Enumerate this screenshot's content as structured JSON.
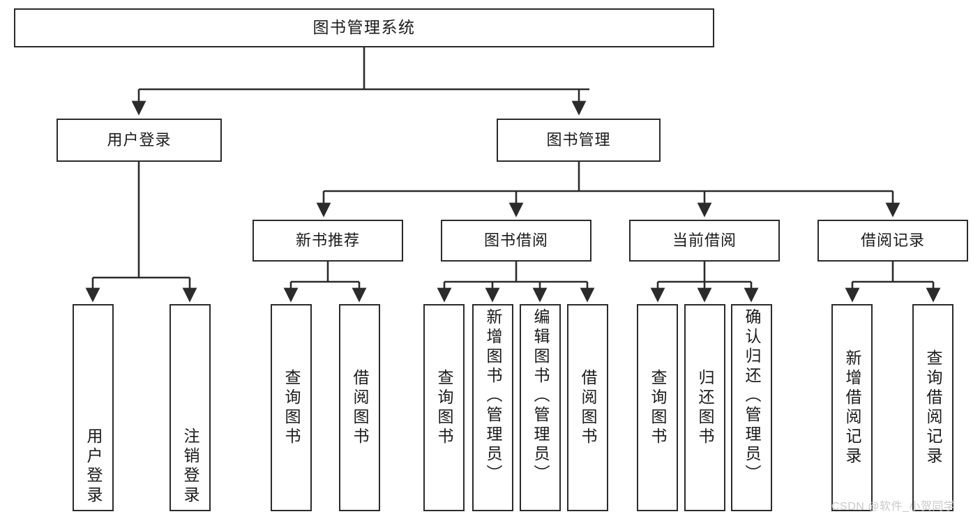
{
  "diagram": {
    "type": "tree-flowchart",
    "title": "图书管理系统",
    "watermark": "CSDN @软件_小贺同学",
    "colors": {
      "box_border": "#2b2b2b",
      "box_fill": "#ffffff",
      "connector": "#2b2b2b",
      "text": "#1a1a1a",
      "watermark": "#c9c9c9"
    },
    "nodes": {
      "root": {
        "label": "图书管理系统"
      },
      "level2": [
        {
          "id": "user-login",
          "label": "用户登录"
        },
        {
          "id": "book-manage",
          "label": "图书管理"
        }
      ],
      "level3": [
        {
          "id": "new-book-rec",
          "label": "新书推荐"
        },
        {
          "id": "book-borrow",
          "label": "图书借阅"
        },
        {
          "id": "current-borrow",
          "label": "当前借阅"
        },
        {
          "id": "borrow-record",
          "label": "借阅记录"
        }
      ],
      "leaves": {
        "user_login": [
          {
            "id": "leaf-user-login",
            "label": "用户登录"
          },
          {
            "id": "leaf-logout-login",
            "label": "注销登录"
          }
        ],
        "new_book_rec": [
          {
            "id": "leaf-query-book-1",
            "label": "查询图书"
          },
          {
            "id": "leaf-borrow-book-1",
            "label": "借阅图书"
          }
        ],
        "book_borrow": [
          {
            "id": "leaf-query-book-2",
            "label": "查询图书"
          },
          {
            "id": "leaf-add-book",
            "label": "新增图书（管理员）"
          },
          {
            "id": "leaf-edit-book",
            "label": "编辑图书（管理员）"
          },
          {
            "id": "leaf-borrow-book-2",
            "label": "借阅图书"
          }
        ],
        "current_borrow": [
          {
            "id": "leaf-query-book-3",
            "label": "查询图书"
          },
          {
            "id": "leaf-return-book",
            "label": "归还图书"
          },
          {
            "id": "leaf-confirm-return",
            "label": "确认归还（管理员）"
          }
        ],
        "borrow_record": [
          {
            "id": "leaf-add-record",
            "label": "新增借阅记录"
          },
          {
            "id": "leaf-query-record",
            "label": "查询借阅记录"
          }
        ]
      }
    }
  }
}
